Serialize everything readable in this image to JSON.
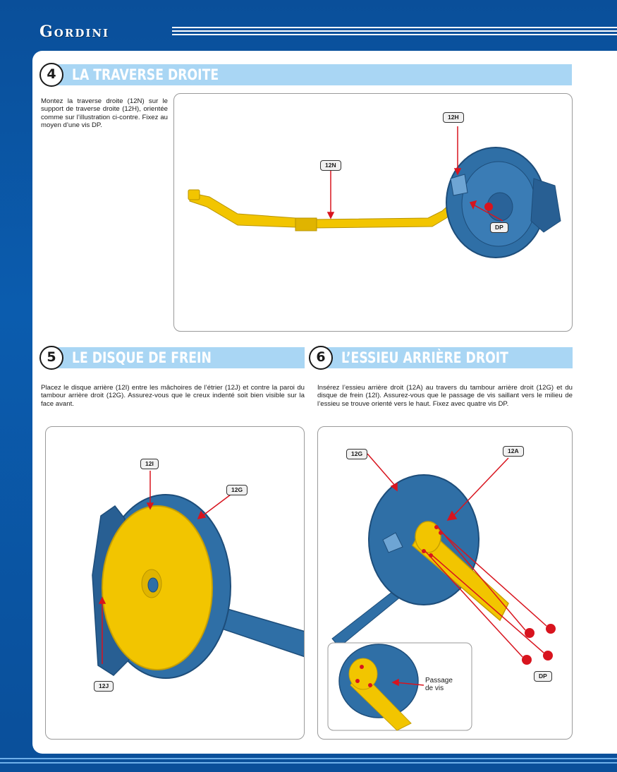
{
  "header": {
    "brand": "Gordini"
  },
  "steps": [
    {
      "number": "4",
      "title": "LA TRAVERSE DROITE",
      "text": "Montez la traverse droite (12N) sur le support de traverse droite (12H), orientée comme sur l’illus­tration ci-contre. Fixez au moyen d’une vis DP.",
      "callouts": {
        "a": "12H",
        "b": "12N",
        "c": "DP"
      }
    },
    {
      "number": "5",
      "title": "LE DISQUE DE FREIN",
      "text": "Placez le disque arrière (12I) entre les mâchoires de l’étrier (12J) et contre la paroi du tambour arrière droit (12G). Assurez-vous que le creux indenté soit bien visible sur la face avant.",
      "callouts": {
        "a": "12I",
        "b": "12G",
        "c": "12J"
      }
    },
    {
      "number": "6",
      "title": "L’ESSIEU ARRIÈRE DROIT",
      "text": "Insérez l’essieu arrière droit (12A) au travers du tambour arrière droit (12G) et du disque de frein (12I). Assurez-vous que le passage de vis sail­lant vers le milieu de l’essieu se trouve orienté vers le haut. Fixez avec quatre vis DP.",
      "callouts": {
        "a": "12G",
        "b": "12A",
        "c": "DP"
      },
      "inset_label_line1": "Passage",
      "inset_label_line2": "de vis"
    }
  ],
  "colors": {
    "background_blue": "#0b5cae",
    "header_bar": "#a9d6f4",
    "part_blue": "#2f6fa6",
    "part_yellow": "#f2c500",
    "arrow_red": "#d8141e"
  }
}
